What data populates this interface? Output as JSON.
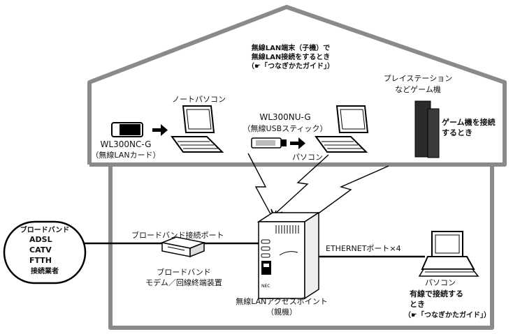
{
  "wireless_note": {
    "line1": "無線LAN端末（子機）で",
    "line2": "無線LAN接続をするとき",
    "line3": "（☛「つなぎかたガイド」）"
  },
  "notebook_pc_label": "ノートパソコン",
  "wl_card": {
    "model": "WL300NC-G",
    "desc": "（無線LANカード）"
  },
  "wl_usb": {
    "model": "WL300NU-G",
    "desc": "（無線USBスティック）"
  },
  "pc_upper_label": "パソコン",
  "game": {
    "title_line1": "プレイステーション",
    "title_line2": "などゲーム機",
    "note_line1": "ゲーム機を接続",
    "note_line2": "するとき"
  },
  "isp": {
    "title": "ブロードバンド",
    "services": [
      "ADSL",
      "CATV",
      "FTTH"
    ],
    "footer": "接続業者"
  },
  "broadband_port_label": "ブロードバンド接続ポート",
  "modem": {
    "line1": "ブロードバンド",
    "line2": "モデム／回線終端装置"
  },
  "access_point": {
    "line1": "無線LANアクセスポイント",
    "line2": "（親機）",
    "brand": "NEC"
  },
  "ethernet_label": "ETHERNETポート×4",
  "pc_wired": {
    "label": "パソコン",
    "note_line1": "有線で接続する",
    "note_line2": "とき",
    "note_line3": "（☛「つなぎかたガイド」）"
  },
  "colors": {
    "house_stroke": "#8a8a8a",
    "line": "#000000",
    "device_fill": "#ffffff",
    "game_fill": "#2b2b2b"
  }
}
